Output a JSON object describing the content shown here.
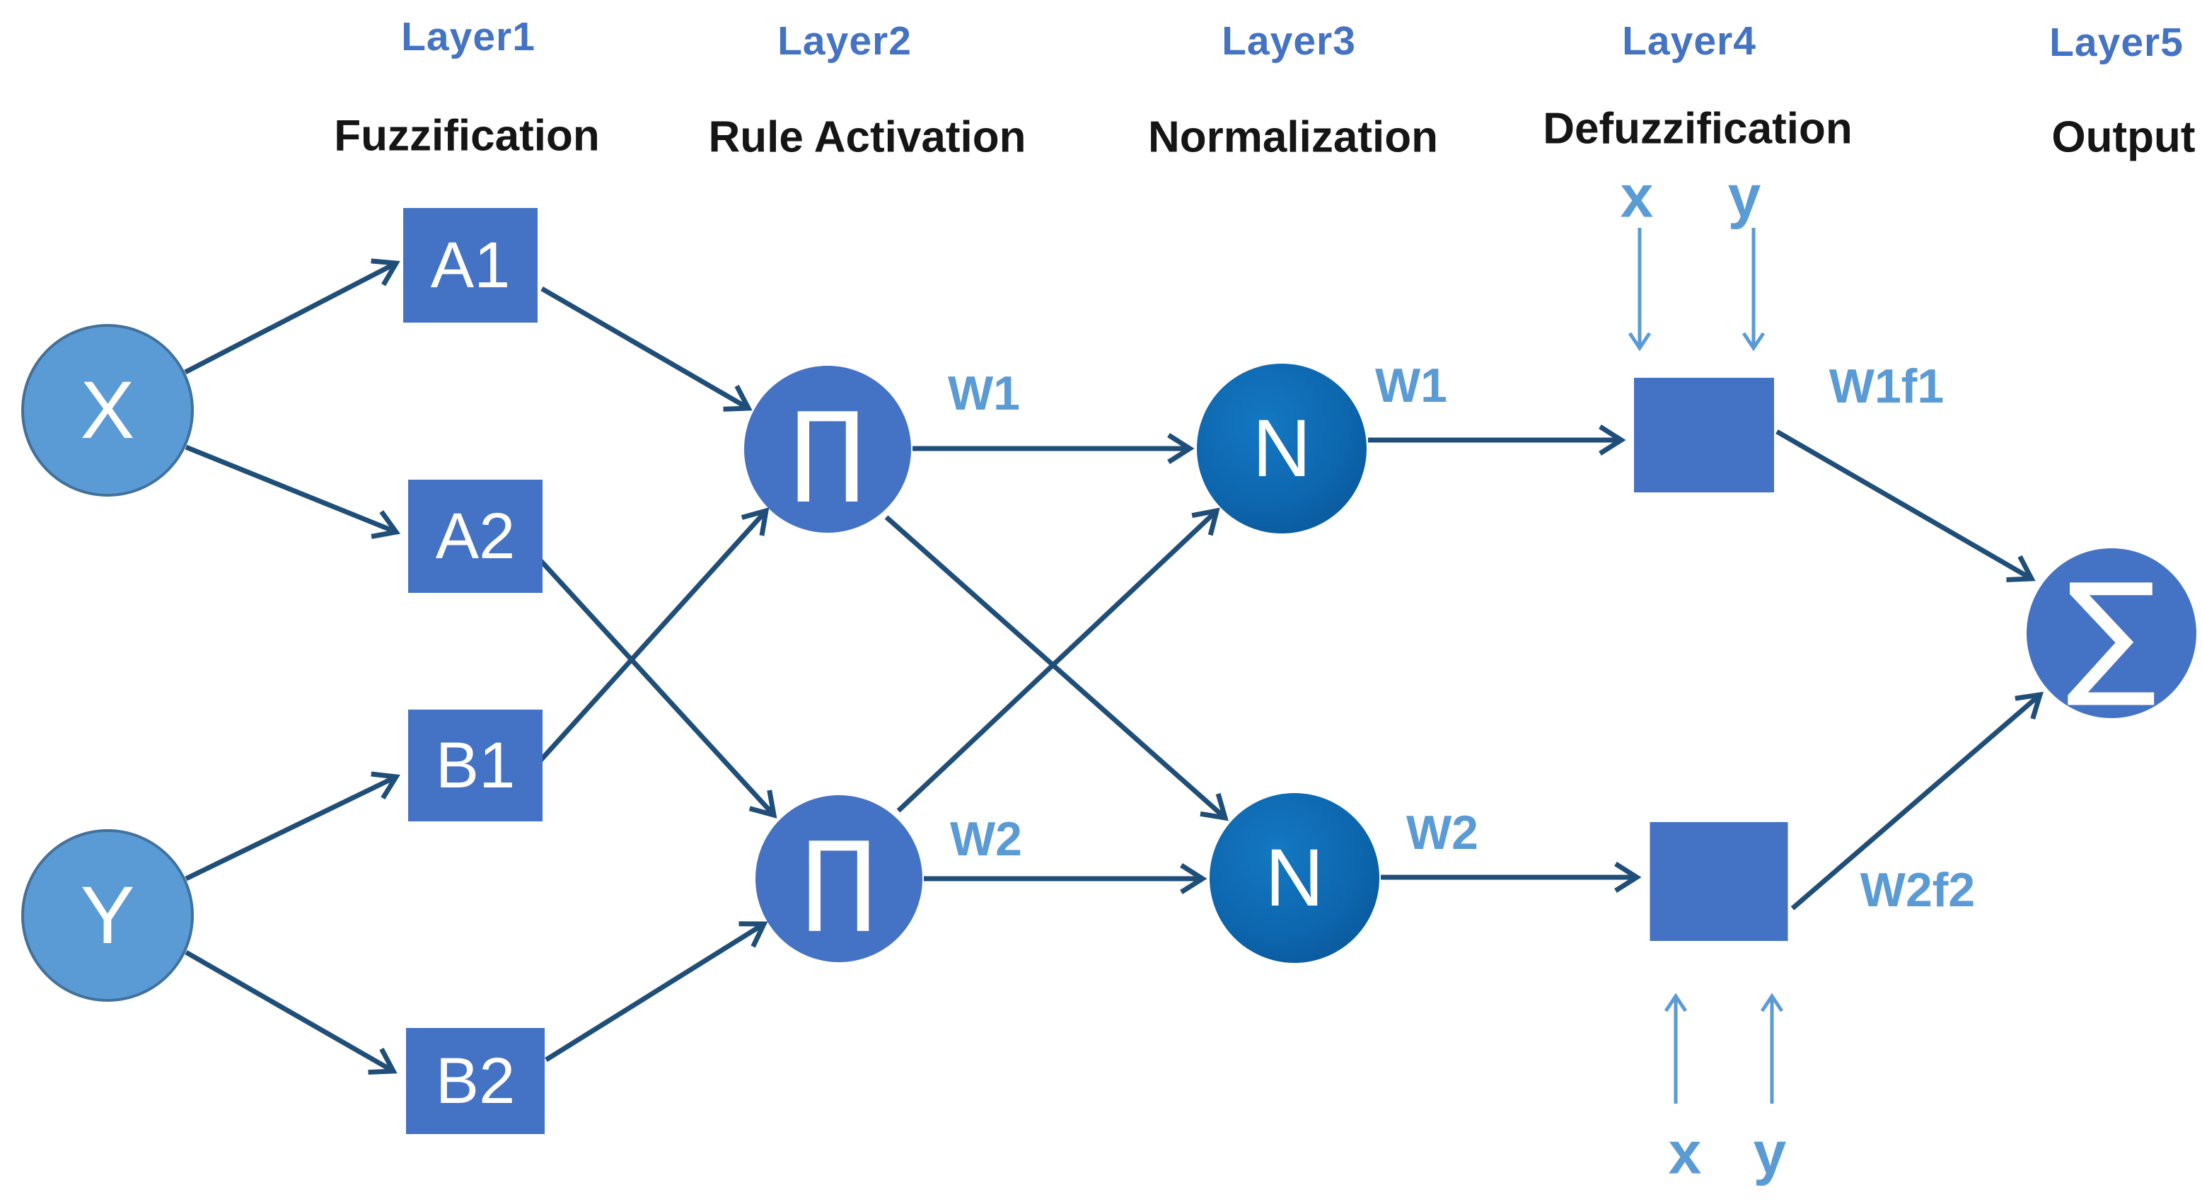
{
  "layers": [
    {
      "name": "Layer1",
      "function": "Fuzzification"
    },
    {
      "name": "Layer2",
      "function": "Rule Activation"
    },
    {
      "name": "Layer3",
      "function": "Normalization"
    },
    {
      "name": "Layer4",
      "function": "Defuzzification"
    },
    {
      "name": "Layer5",
      "function": "Output"
    }
  ],
  "nodes": {
    "input_x": "X",
    "input_y": "Y",
    "membership": [
      {
        "label": "A1"
      },
      {
        "label": "A2"
      },
      {
        "label": "B1"
      },
      {
        "label": "B2"
      }
    ],
    "rule1_symbol": "∏",
    "rule2_symbol": "∏",
    "norm1_symbol": "N",
    "norm2_symbol": "N",
    "output_symbol": "∑"
  },
  "edge_labels": {
    "rule1_weight": "W1",
    "rule2_weight": "W2",
    "norm1_weight": "W1",
    "norm2_weight": "W2",
    "defuzz1_output": "W1f1",
    "defuzz2_output": "W2f2",
    "defuzz1_input_x": "x",
    "defuzz1_input_y": "y",
    "defuzz2_input_x": "x",
    "defuzz2_input_y": "y"
  },
  "colors": {
    "input_fill": "#5B9BD5",
    "input_stroke": "#41719C",
    "node_fill": "#4472C4",
    "norm_fill": "#0D66AE",
    "edge": "#1F4E79",
    "light_edge": "#5B9BD5",
    "layer_label": "#4472C4",
    "function_label": "#151515"
  }
}
